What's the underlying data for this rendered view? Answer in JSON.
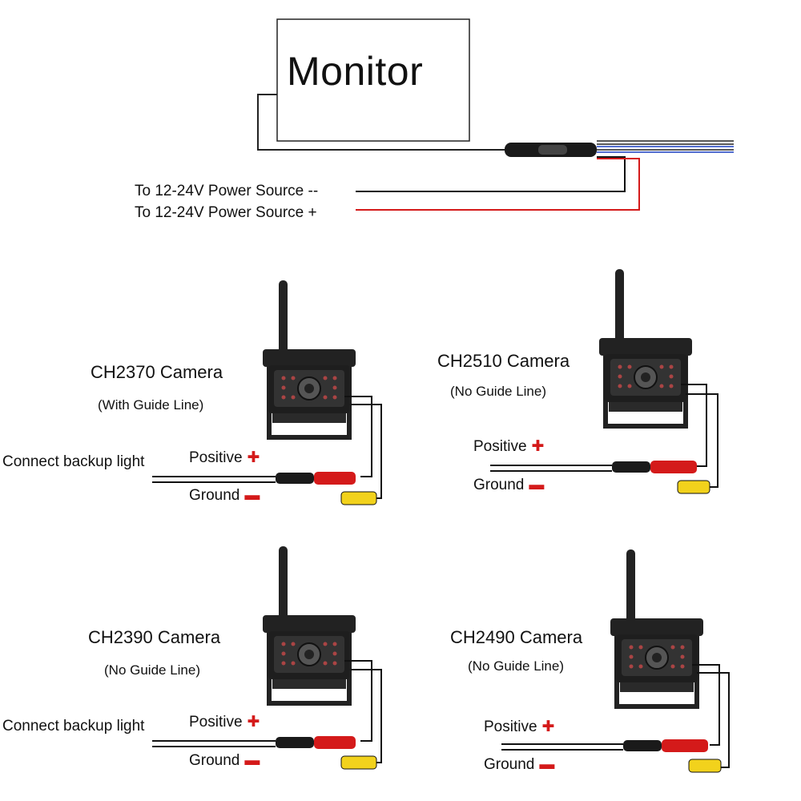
{
  "monitor": {
    "label": "Monitor"
  },
  "power": {
    "negative_label": "To 12-24V Power Source --",
    "positive_label": "To 12-24V Power Source +"
  },
  "cameras": [
    {
      "title": "CH2370 Camera",
      "subtitle": "(With Guide Line)",
      "backup_label": "Connect backup light",
      "positive_label": "Positive",
      "ground_label": "Ground"
    },
    {
      "title": "CH2510 Camera",
      "subtitle": "(No Guide Line)",
      "backup_label": "",
      "positive_label": "Positive",
      "ground_label": "Ground"
    },
    {
      "title": "CH2390 Camera",
      "subtitle": "(No Guide Line)",
      "backup_label": "Connect backup light",
      "positive_label": "Positive",
      "ground_label": "Ground"
    },
    {
      "title": "CH2490 Camera",
      "subtitle": "(No Guide Line)",
      "backup_label": "",
      "positive_label": "Positive",
      "ground_label": "Ground"
    }
  ],
  "colors": {
    "positive_wire": "#d41a1a",
    "negative_wire": "#111111",
    "video_wire": "#1a3fc0",
    "rca_plug": "#f2d21c",
    "camera_body": "#1e1e1e"
  }
}
